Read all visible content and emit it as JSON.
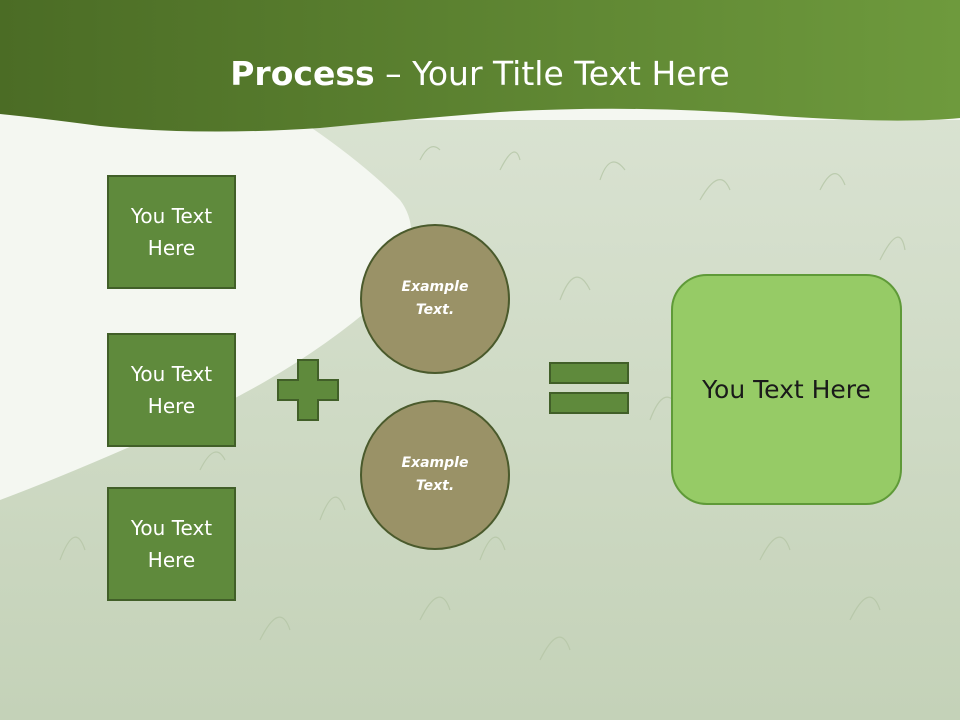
{
  "title": {
    "strong": "Process",
    "rest": " – Your Title Text Here"
  },
  "left_boxes": [
    {
      "label": "You Text Here"
    },
    {
      "label": "You Text Here"
    },
    {
      "label": "You Text Here"
    }
  ],
  "circles": [
    {
      "label": "Example Text."
    },
    {
      "label": "Example Text."
    }
  ],
  "result": {
    "label": "You Text Here"
  },
  "colors": {
    "header_dark": "#4d6e26",
    "header_light": "#6f9a3e",
    "box_fill": "#5f8a3c",
    "circle_fill": "#9a9267",
    "result_fill": "#96cb66",
    "grass": "#c9d5bf"
  }
}
